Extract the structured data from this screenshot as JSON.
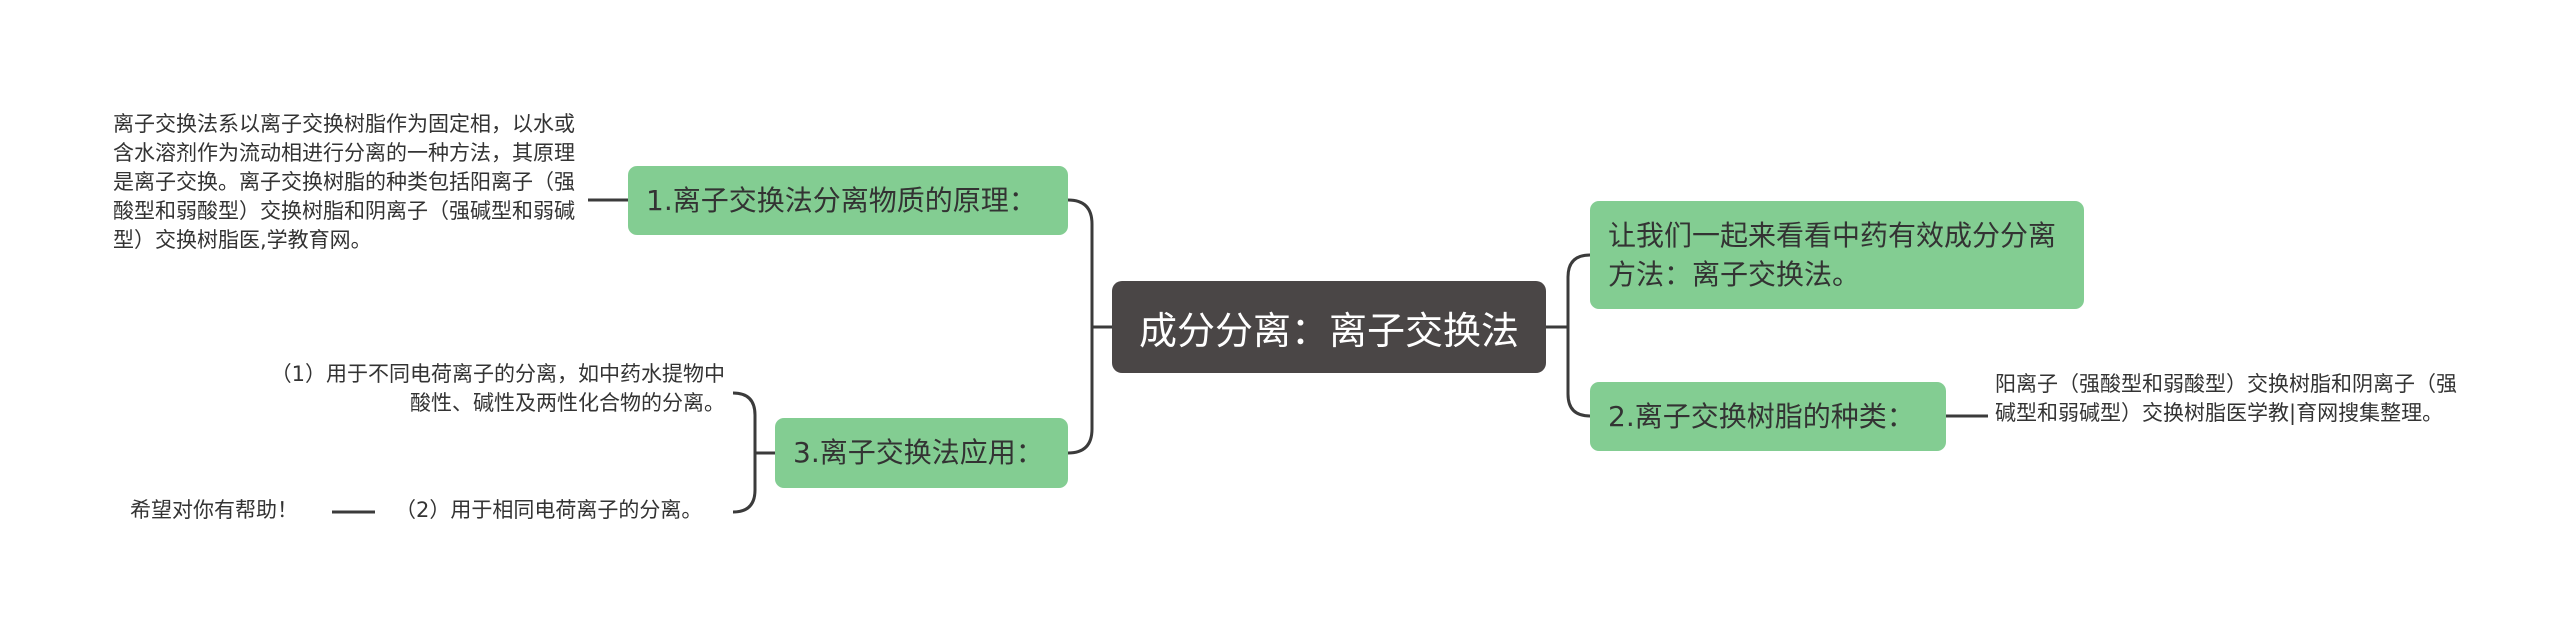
{
  "center": {
    "label": "成分分离：离子交换法"
  },
  "left_branches": [
    {
      "label": "1.离子交换法分离物质的原理：",
      "leaf": "离子交换法系以离子交换树脂作为固定相，以水或含水溶剂作为流动相进行分离的一种方法，其原理是离子交换。离子交换树脂的种类包括阳离子（强酸型和弱酸型）交换树脂和阴离子（强碱型和弱碱型）交换树脂医,学教育网。"
    },
    {
      "label": "3.离子交换法应用：",
      "leaves": [
        "（1）用于不同电荷离子的分离，如中药水提物中酸性、碱性及两性化合物的分离。",
        "（2）用于相同电荷离子的分离。"
      ],
      "sub_leaf": "希望对你有帮助！"
    }
  ],
  "right_branches": [
    {
      "label": "让我们一起来看看中药有效成分分离方法：离子交换法。"
    },
    {
      "label": "2.离子交换树脂的种类：",
      "leaf": "阳离子（强酸型和弱酸型）交换树脂和阴离子（强碱型和弱碱型）交换树脂医学教|育网搜集整理。"
    }
  ],
  "colors": {
    "center_bg": "#4a4646",
    "branch_bg": "#83cd92",
    "line": "#3b3b3b",
    "text": "#333333"
  }
}
